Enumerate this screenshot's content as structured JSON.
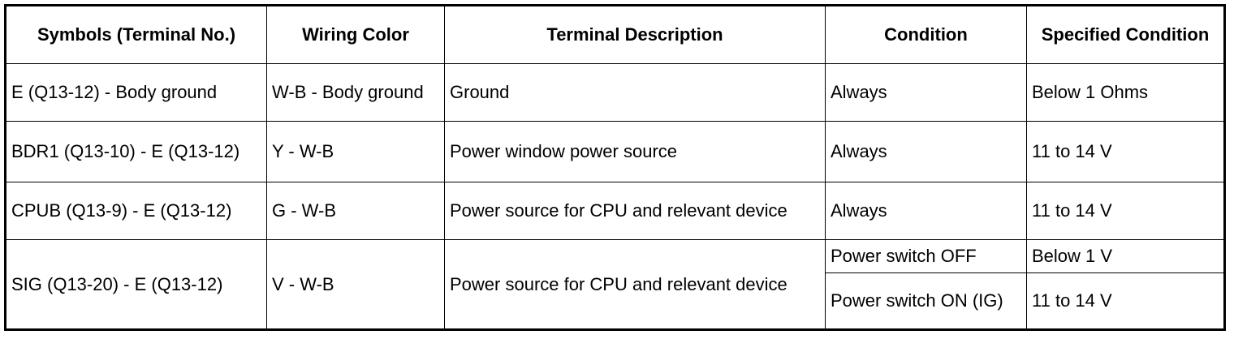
{
  "table": {
    "headers": [
      "Symbols (Terminal No.)",
      "Wiring Color",
      "Terminal Description",
      "Condition",
      "Specified Condition"
    ],
    "rows": [
      {
        "symbols": "E (Q13-12) - Body ground",
        "wiring_color": "W-B - Body ground",
        "description": "Ground",
        "condition": "Always",
        "specified": "Below 1 Ohms"
      },
      {
        "symbols": "BDR1 (Q13-10) - E (Q13-12)",
        "wiring_color": "Y - W-B",
        "description": "Power window power source",
        "condition": "Always",
        "specified": "11 to 14 V"
      },
      {
        "symbols": "CPUB (Q13-9) - E (Q13-12)",
        "wiring_color": "G - W-B",
        "description": "Power source for CPU and relevant device",
        "condition": "Always",
        "specified": "11 to 14 V"
      },
      {
        "symbols": "SIG (Q13-20) - E (Q13-12)",
        "wiring_color": "V - W-B",
        "description": "Power source for CPU and relevant device",
        "sub_conditions": [
          {
            "condition": "Power switch OFF",
            "specified": "Below 1 V"
          },
          {
            "condition": "Power switch ON (IG)",
            "specified": "11 to 14 V"
          }
        ]
      }
    ]
  }
}
